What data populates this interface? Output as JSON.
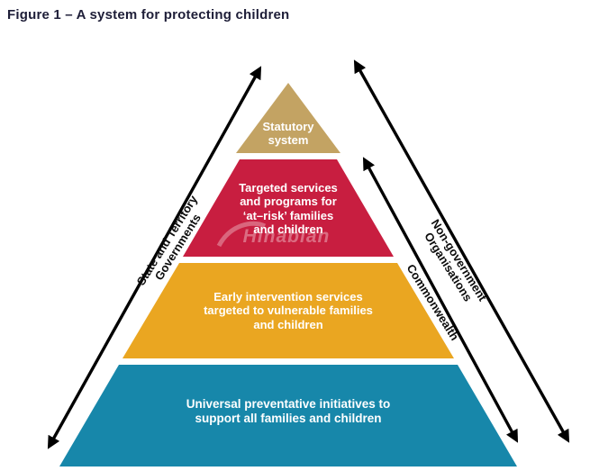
{
  "title": "Figure 1 – A system for protecting children",
  "watermark": "Hinabian",
  "colors": {
    "arrow": "#000000",
    "title_text": "#1e1e38",
    "band_text": "#ffffff"
  },
  "pyramid": {
    "levels": [
      {
        "name": "statutory-system",
        "label": "Statutory\nsystem",
        "color": "#c3a363"
      },
      {
        "name": "targeted-services",
        "label": "Targeted services\nand programs for\n‘at–risk’ families\nand children",
        "color": "#c81e40"
      },
      {
        "name": "early-intervention",
        "label": "Early intervention services\ntargeted to vulnerable families\nand children",
        "color": "#eaa621"
      },
      {
        "name": "universal-preventative",
        "label": "Universal preventative initiatives to\nsupport all families and children",
        "color": "#1787aa"
      }
    ]
  },
  "side_labels": {
    "left": "State and Territory\nGovernments",
    "right_inner": "Commonwealth",
    "right_outer": "Non-government\nOrganisations"
  }
}
